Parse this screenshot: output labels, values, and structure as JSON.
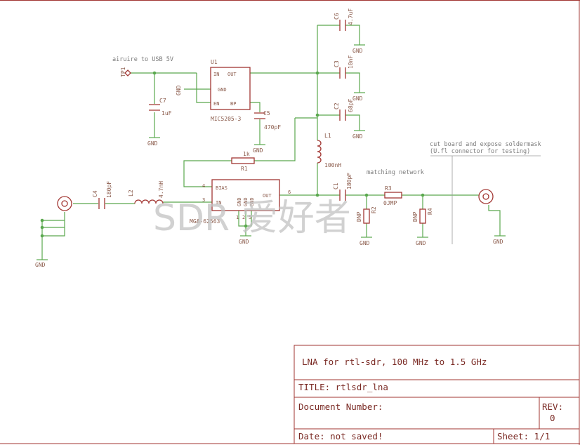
{
  "watermark": "SDR 爱好者",
  "notes": {
    "power_source": "airuire to USB 5V",
    "matching": "matching network",
    "cut_line1": "cut board and expose soldermask",
    "cut_line2": "(U.fl connector for testing)"
  },
  "parts": {
    "tp1": "TP1",
    "u1": {
      "ref": "U1",
      "value": "MIC5205-3",
      "pin_in": "IN",
      "pin_out": "OUT",
      "pin_gnd": "GND",
      "pin_en": "EN",
      "pin_bp": "BP",
      "gnd_side": "GND"
    },
    "c7": {
      "ref": "C7",
      "value": "1uF"
    },
    "c5": {
      "ref": "C5",
      "value": "470pF"
    },
    "c6": {
      "ref": "C6",
      "value": "4.7uF"
    },
    "c3": {
      "ref": "C3",
      "value": "10nF"
    },
    "c2": {
      "ref": "C2",
      "value": "68pF"
    },
    "l1": {
      "ref": "L1",
      "value": "100nH"
    },
    "r1": {
      "ref": "R1",
      "value": "1k"
    },
    "u2": {
      "value": "MGA-62563",
      "pin_bias": "BIAS",
      "pin_in": "IN",
      "pin_out": "OUT",
      "gnd1": "GND",
      "gnd2": "GND",
      "gnd3": "GND",
      "n4": "4",
      "n3": "3",
      "n6": "6",
      "n1": "1",
      "n2": "2",
      "n5": "5"
    },
    "c4": {
      "ref": "C4",
      "value": "180pF"
    },
    "l2": {
      "ref": "L2",
      "value": "4.7nH"
    },
    "c1": {
      "ref": "C1",
      "value": "180pF"
    },
    "r2": {
      "ref": "R2",
      "value": "DNP"
    },
    "r3": {
      "ref": "R3",
      "value": "0JMP"
    },
    "r4": {
      "ref": "R4",
      "value": "DNP"
    }
  },
  "gnd_label": "GND",
  "title_block": {
    "heading": "LNA for rtl-sdr, 100 MHz to 1.5 GHz",
    "title": "TITLE:  rtlsdr_lna",
    "doc_number": "Document Number:",
    "rev_label": "REV:",
    "rev_value": "0",
    "date": "Date: not saved!",
    "sheet": "Sheet: 1/1"
  },
  "colors": {
    "wire": "#5aa84e",
    "part": "#a23632",
    "label": "#8a5a4a",
    "title_text": "#7a2a24"
  }
}
